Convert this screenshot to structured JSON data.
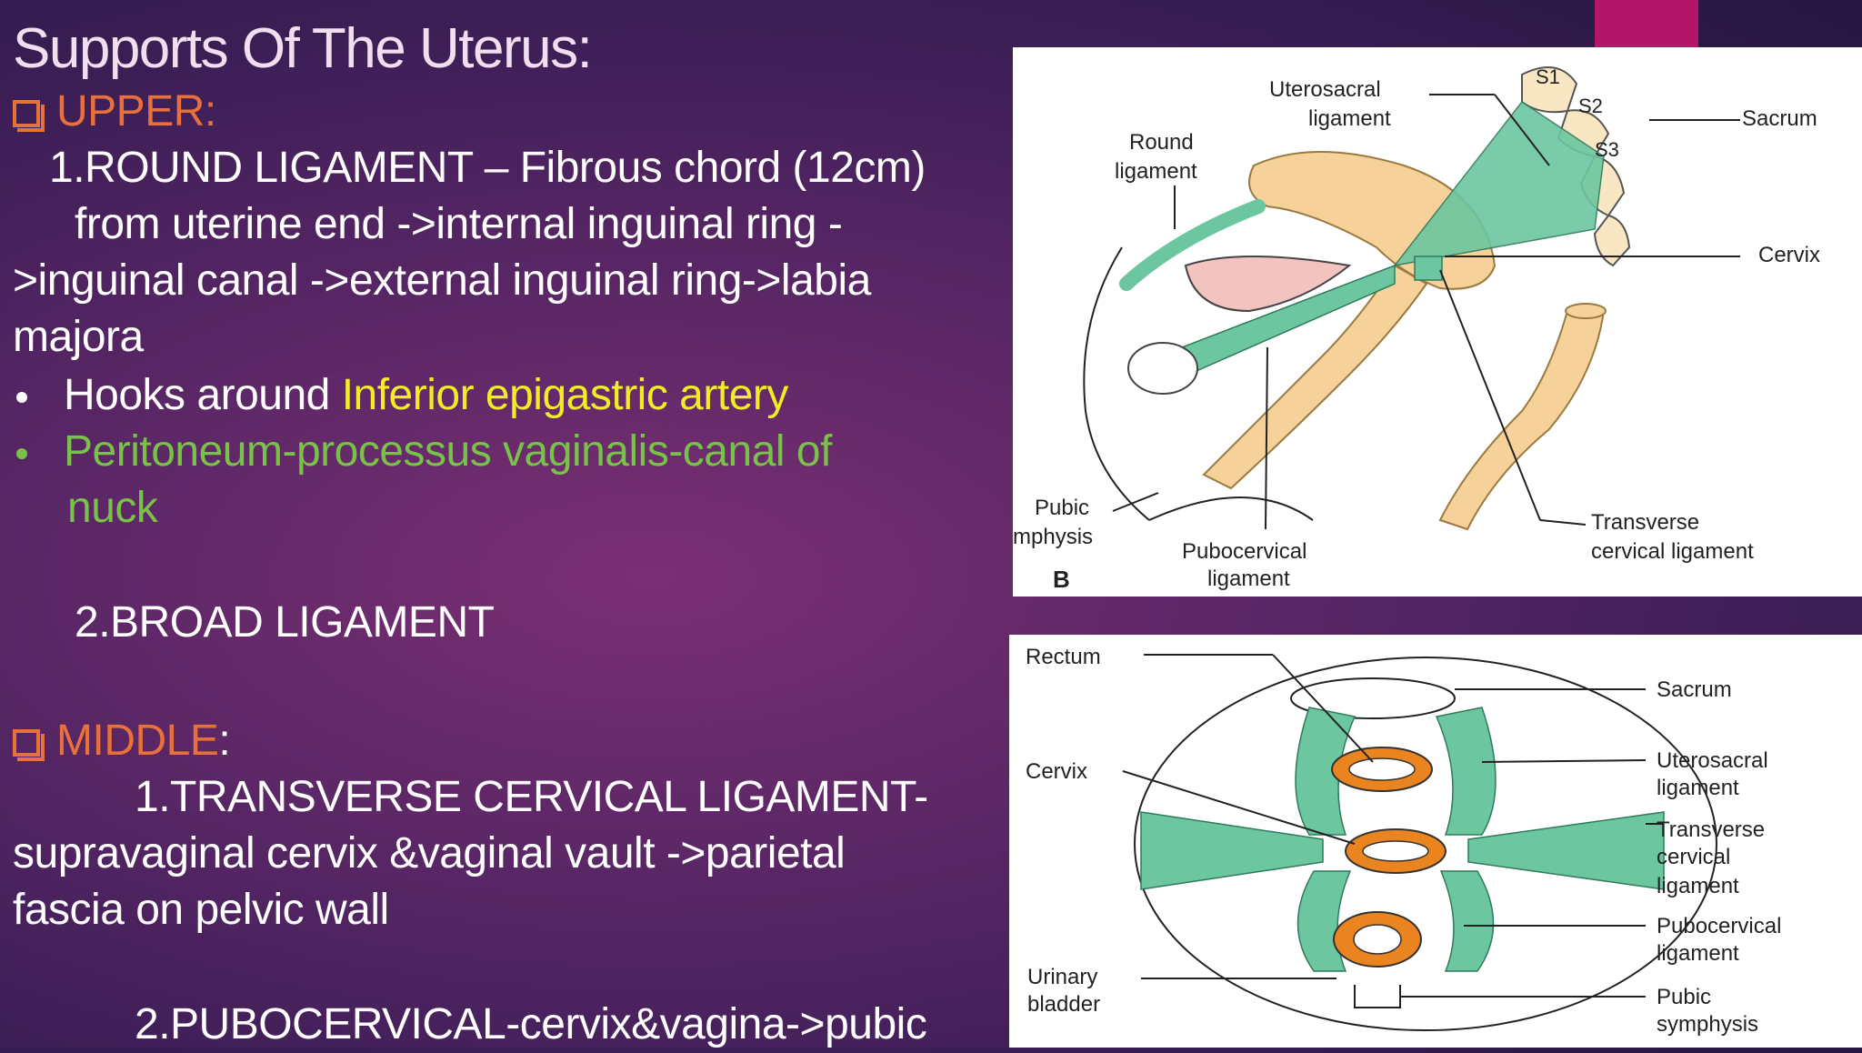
{
  "slide": {
    "title": "Supports Of The Uterus:",
    "upper_heading": "UPPER:",
    "round_ligament_line1": "1.ROUND LIGAMENT – Fibrous chord (12cm)",
    "round_ligament_line2": "from uterine end ->internal inguinal ring -",
    "round_ligament_line3": ">inguinal canal ->external inguinal ring->labia",
    "round_ligament_line4": "majora",
    "bullet1_prefix": "Hooks around ",
    "bullet1_highlight": "Inferior epigastric artery",
    "bullet2_line1": "Peritoneum-processus vaginalis-canal of",
    "bullet2_line2": "nuck",
    "broad_ligament": "2.BROAD LIGAMENT",
    "middle_heading": "MIDDLE",
    "middle_colon": ":",
    "transverse_line1": "1.TRANSVERSE  CERVICAL LIGAMENT-",
    "transverse_line2": "supravaginal cervix &vaginal vault ->parietal",
    "transverse_line3": "fascia on pelvic wall",
    "pubocervical_line": "2.PUBOCERVICAL-cervix&vagina->pubic"
  },
  "figure_top": {
    "labels": {
      "s1": "S1",
      "s2": "S2",
      "s3": "S3",
      "sacrum": "Sacrum",
      "uterosacral_1": "Uterosacral",
      "uterosacral_2": "ligament",
      "round_1": "Round",
      "round_2": "ligament",
      "cervix": "Cervix",
      "pubic_1": "Pubic",
      "pubic_2": "mphysis",
      "pubocervical_1": "Pubocervical",
      "pubocervical_2": "ligament",
      "transverse_1": "Transverse",
      "transverse_2": "cervical ligament",
      "panel_letter": "B"
    }
  },
  "figure_bottom": {
    "labels": {
      "rectum": "Rectum",
      "sacrum": "Sacrum",
      "cervix": "Cervix",
      "uterosacral_1": "Uterosacral",
      "uterosacral_2": "ligament",
      "transverse_1": "Transverse",
      "transverse_2": "cervical",
      "transverse_3": "ligament",
      "pubocervical_1": "Pubocervical",
      "pubocervical_2": "ligament",
      "urinary_1": "Urinary",
      "urinary_2": "bladder",
      "pubic_1": "Pubic",
      "pubic_2": "symphysis"
    }
  },
  "colors": {
    "accent": "#b31668",
    "heading_orange": "#e8703a",
    "highlight_yellow": "#f1ec26",
    "highlight_green": "#79c24a",
    "ligament_green": "#6cc6a0",
    "uterus_peach": "#f6d29a",
    "cervix_orange": "#e9841f"
  }
}
